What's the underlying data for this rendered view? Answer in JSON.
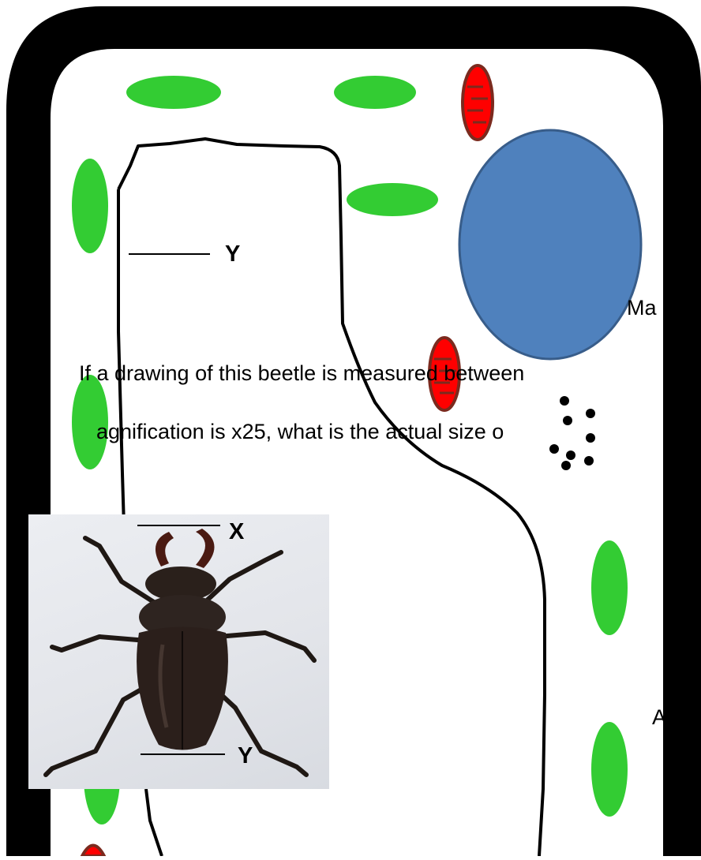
{
  "labels": {
    "y_top": "Y",
    "x": "X",
    "y_bottom": "Y"
  },
  "text_fragments": {
    "mag": "Ma",
    "question_line1": "If a drawing of this beetle is measured between",
    "question_line2": "agnification is x25, what is the actual size o",
    "cut_a": "A"
  },
  "photo": {
    "subject": "stag beetle photograph"
  },
  "colors": {
    "cell_wall": "#000000",
    "chloroplast": "#33cc33",
    "mitochondrion": "#ff0000",
    "mitochondrion_outline": "#7b2a1e",
    "nucleus": "#4f81bd",
    "nucleus_outline": "#385d8a",
    "background": "#ffffff"
  }
}
